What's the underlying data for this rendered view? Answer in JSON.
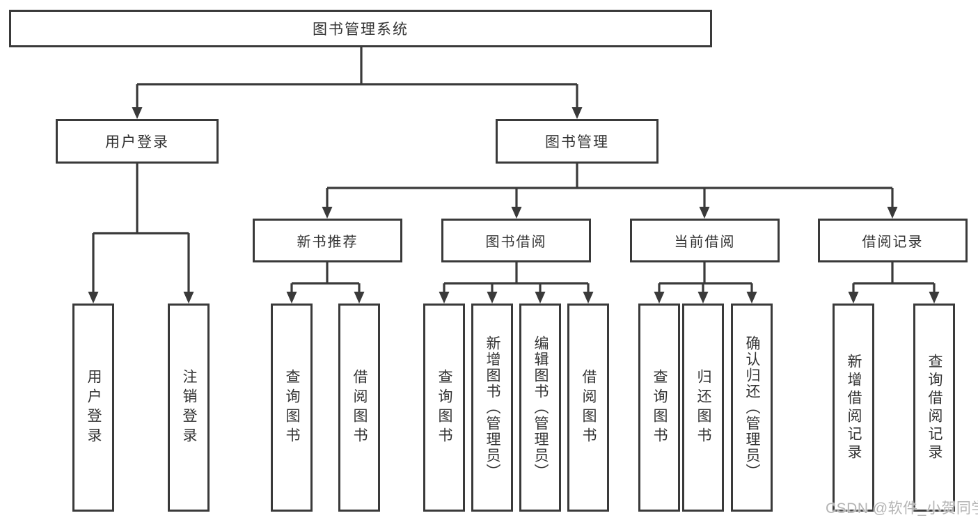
{
  "watermark": "CSDN @软件_小贺同学",
  "colors": {
    "line": "#3a3a3a",
    "box_fill": "#ffffff",
    "text": "#333333",
    "watermark": "#b4b4b4",
    "background": "#ffffff"
  },
  "tree": {
    "root": "图书管理系统",
    "branches": [
      {
        "label": "用户登录",
        "children": [
          "用户登录",
          "注销登录"
        ]
      },
      {
        "label": "图书管理",
        "groups": [
          {
            "label": "新书推荐",
            "children": [
              "查询图书",
              "借阅图书"
            ]
          },
          {
            "label": "图书借阅",
            "children": [
              "查询图书",
              "新增图书（管理员）",
              "编辑图书（管理员）",
              "借阅图书"
            ]
          },
          {
            "label": "当前借阅",
            "children": [
              "查询图书",
              "归还图书",
              "确认归还（管理员）"
            ]
          },
          {
            "label": "借阅记录",
            "children": [
              "新增借阅记录",
              "查询借阅记录"
            ]
          }
        ]
      }
    ]
  }
}
